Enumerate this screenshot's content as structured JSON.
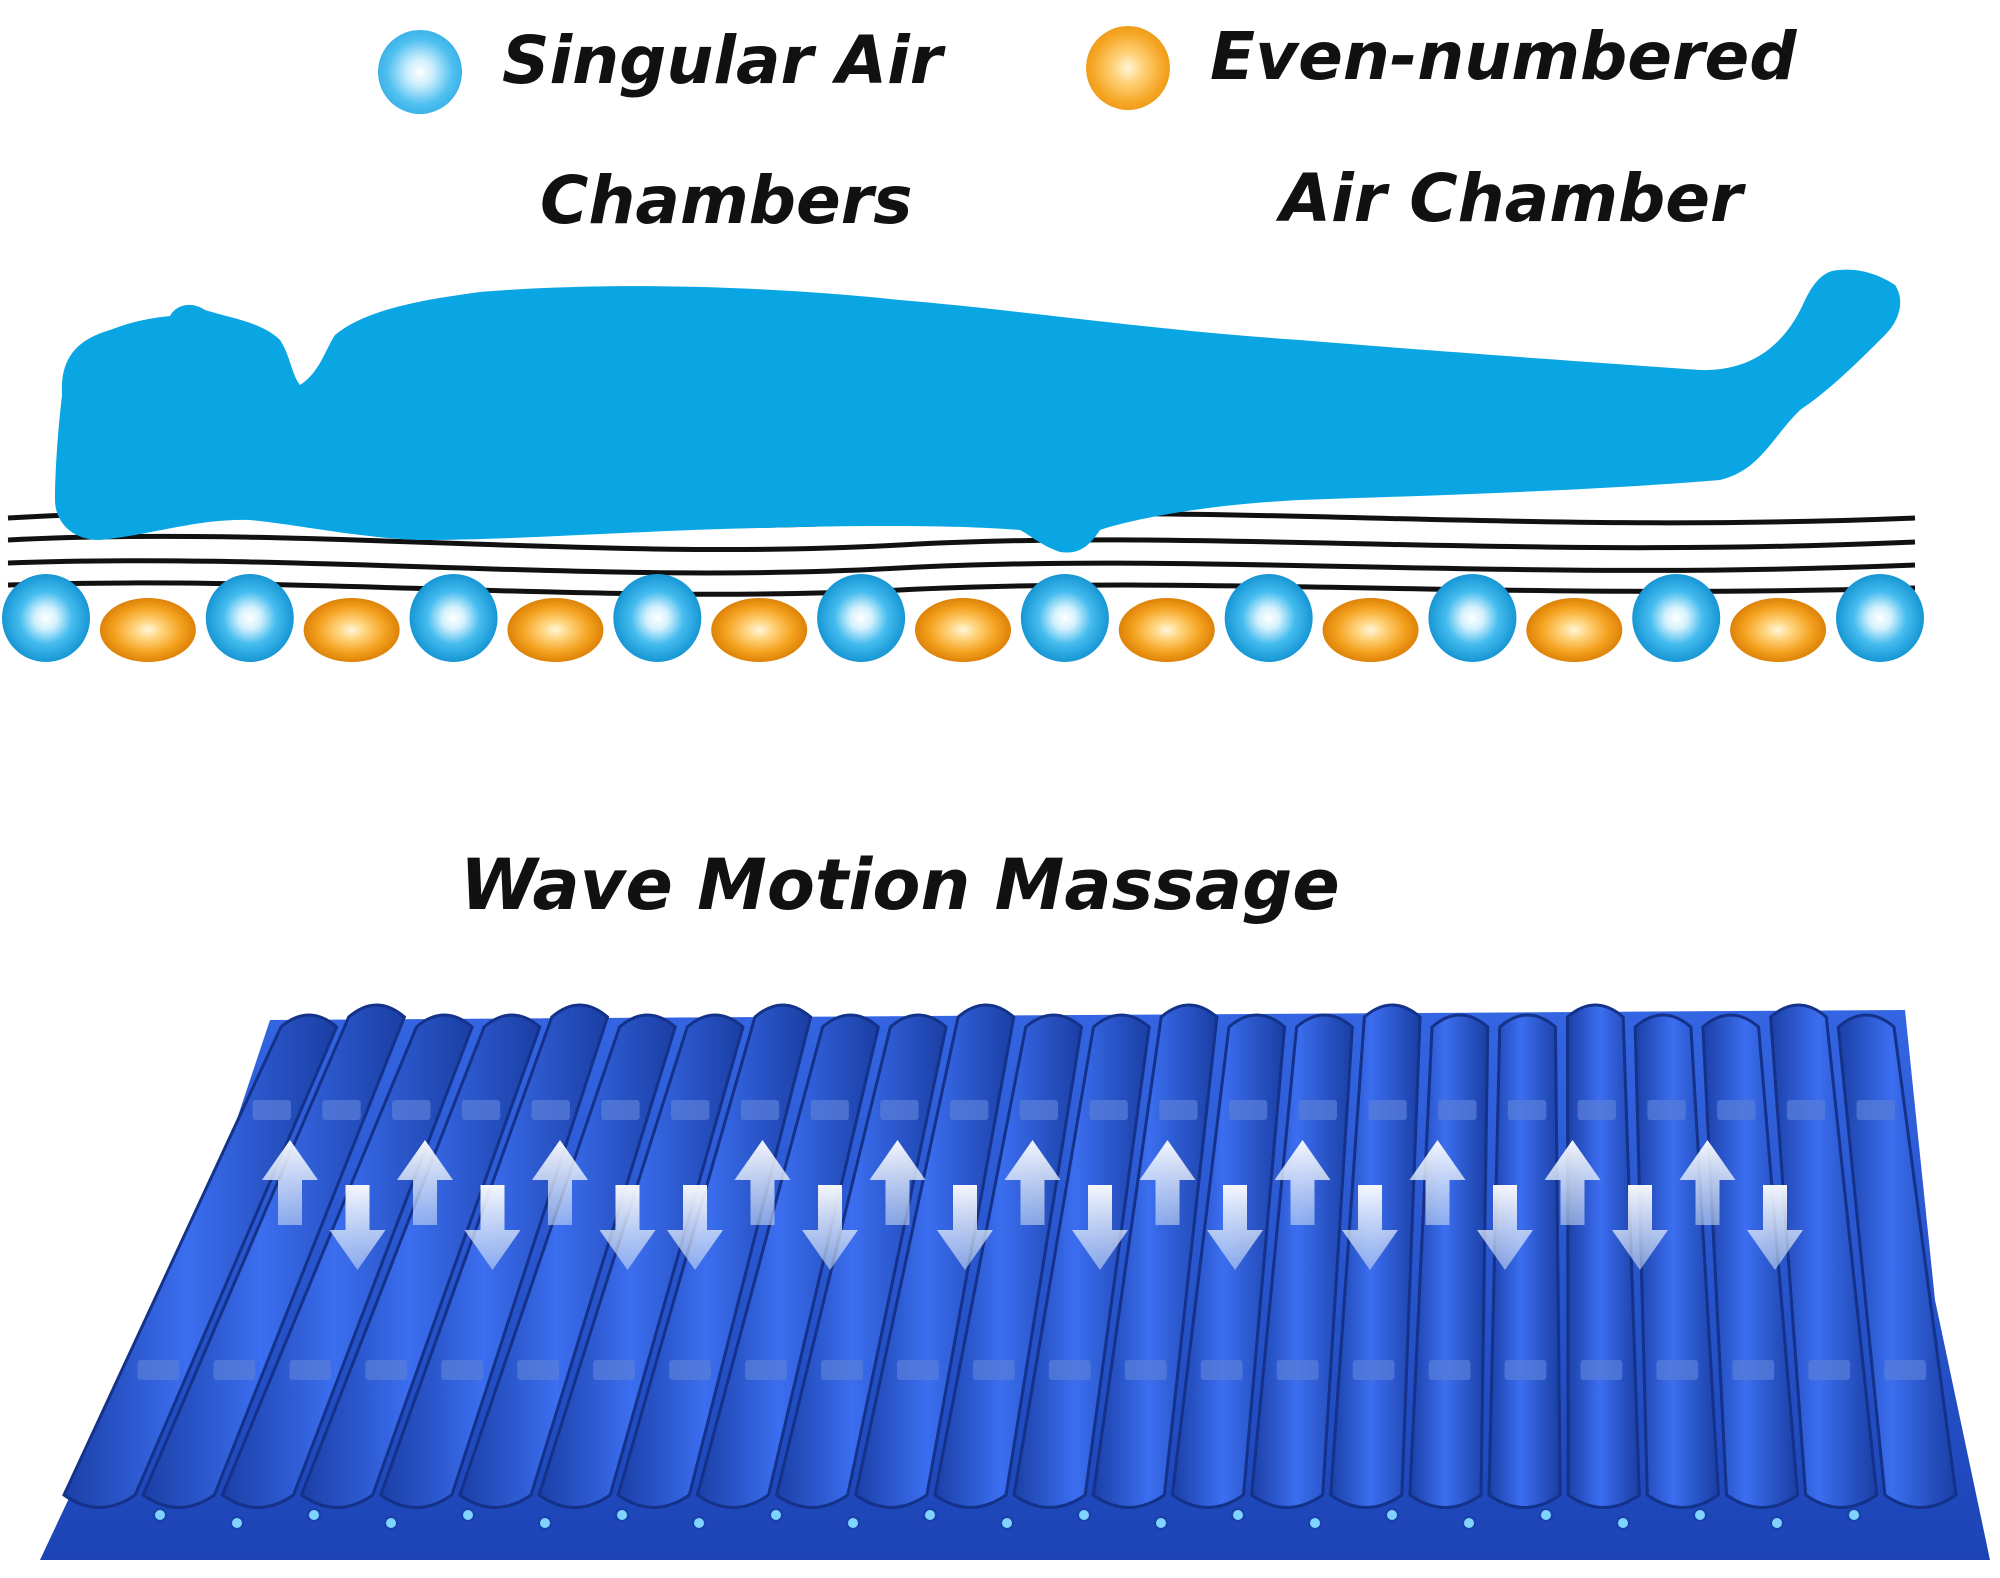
{
  "legend": {
    "odd": {
      "line1": "Singular Air",
      "line2": "Chambers",
      "color": "#29a9e8"
    },
    "even": {
      "line1": "Even-numbered",
      "line2": "Air Chamber",
      "color": "#f5a623"
    }
  },
  "title": "Wave Motion Massage",
  "colors": {
    "body": "#0aa6e4",
    "mattress": "#2756d6",
    "mattress_dark": "#1a3fa8",
    "arrow": "#e6eef8"
  },
  "chambers": {
    "sequence": [
      "odd",
      "even",
      "odd",
      "even",
      "odd",
      "even",
      "odd",
      "even",
      "odd",
      "even",
      "odd",
      "even",
      "odd",
      "even",
      "odd",
      "even",
      "odd",
      "even",
      "odd"
    ]
  },
  "mat": {
    "arrows": [
      "up",
      "down",
      "up",
      "down",
      "up",
      "down",
      "down",
      "up",
      "down",
      "up",
      "down",
      "up",
      "down",
      "up",
      "down",
      "up",
      "down",
      "up",
      "down",
      "up",
      "down",
      "up",
      "down"
    ]
  }
}
